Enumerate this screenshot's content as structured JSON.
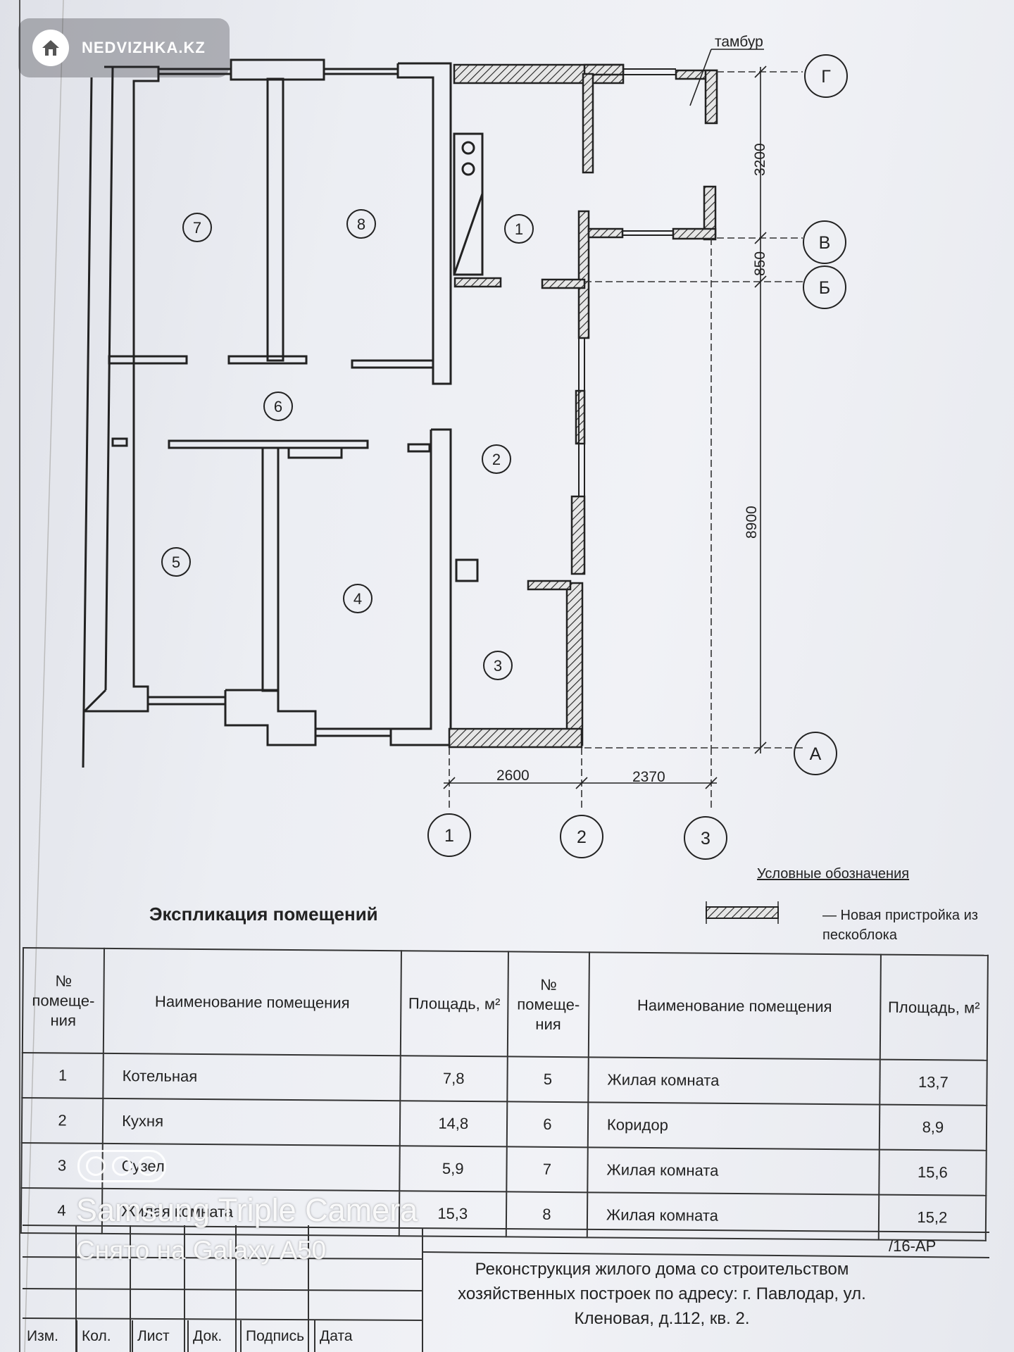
{
  "watermark": {
    "site": "NEDVIZHKA.KZ",
    "icon": "home-icon"
  },
  "plan": {
    "tambur_label": "тамбур",
    "room_markers": [
      "1",
      "2",
      "3",
      "4",
      "5",
      "6",
      "7",
      "8"
    ],
    "axes_letters": [
      "Г",
      "В",
      "Б",
      "А"
    ],
    "axes_numbers": [
      "1",
      "2",
      "3"
    ],
    "dimensions": {
      "vertical_top": "3200",
      "vertical_mid": "850",
      "vertical_main": "8900",
      "horizontal_left": "2600",
      "horizontal_right": "2370"
    }
  },
  "legend": {
    "title": "Условные обозначения",
    "text": "— Новая пристройка из пескоблока"
  },
  "explication": {
    "title": "Экспликация помещений",
    "headers": {
      "num": "№ помеще- ния",
      "name": "Наименование помещения",
      "area": "Площадь, м²"
    },
    "rows": [
      {
        "n1": "1",
        "name1": "Котельная",
        "a1": "7,8",
        "n2": "5",
        "name2": "Жилая комната",
        "a2": "13,7"
      },
      {
        "n1": "2",
        "name1": "Кухня",
        "a1": "14,8",
        "n2": "6",
        "name2": "Коридор",
        "a2": "8,9"
      },
      {
        "n1": "3",
        "name1": "Сузел",
        "a1": "5,9",
        "n2": "7",
        "name2": "Жилая комната",
        "a2": "15,6"
      },
      {
        "n1": "4",
        "name1": "Жилая комната",
        "a1": "15,3",
        "n2": "8",
        "name2": "Жилая комната",
        "a2": "15,2"
      }
    ]
  },
  "stamp": {
    "code": "/16-АР",
    "title": "Реконструкция жилого дома со строительством хозяйственных построек по адресу: г. Павлодар, ул. Кленовая, д.112, кв. 2.",
    "columns": [
      "Изм.",
      "Кол.",
      "Лист",
      "Док.",
      "Подпись",
      "Дата"
    ]
  },
  "camera": {
    "line1": "Samsung Triple Camera",
    "line2": "Снято на Galaxy A50"
  }
}
